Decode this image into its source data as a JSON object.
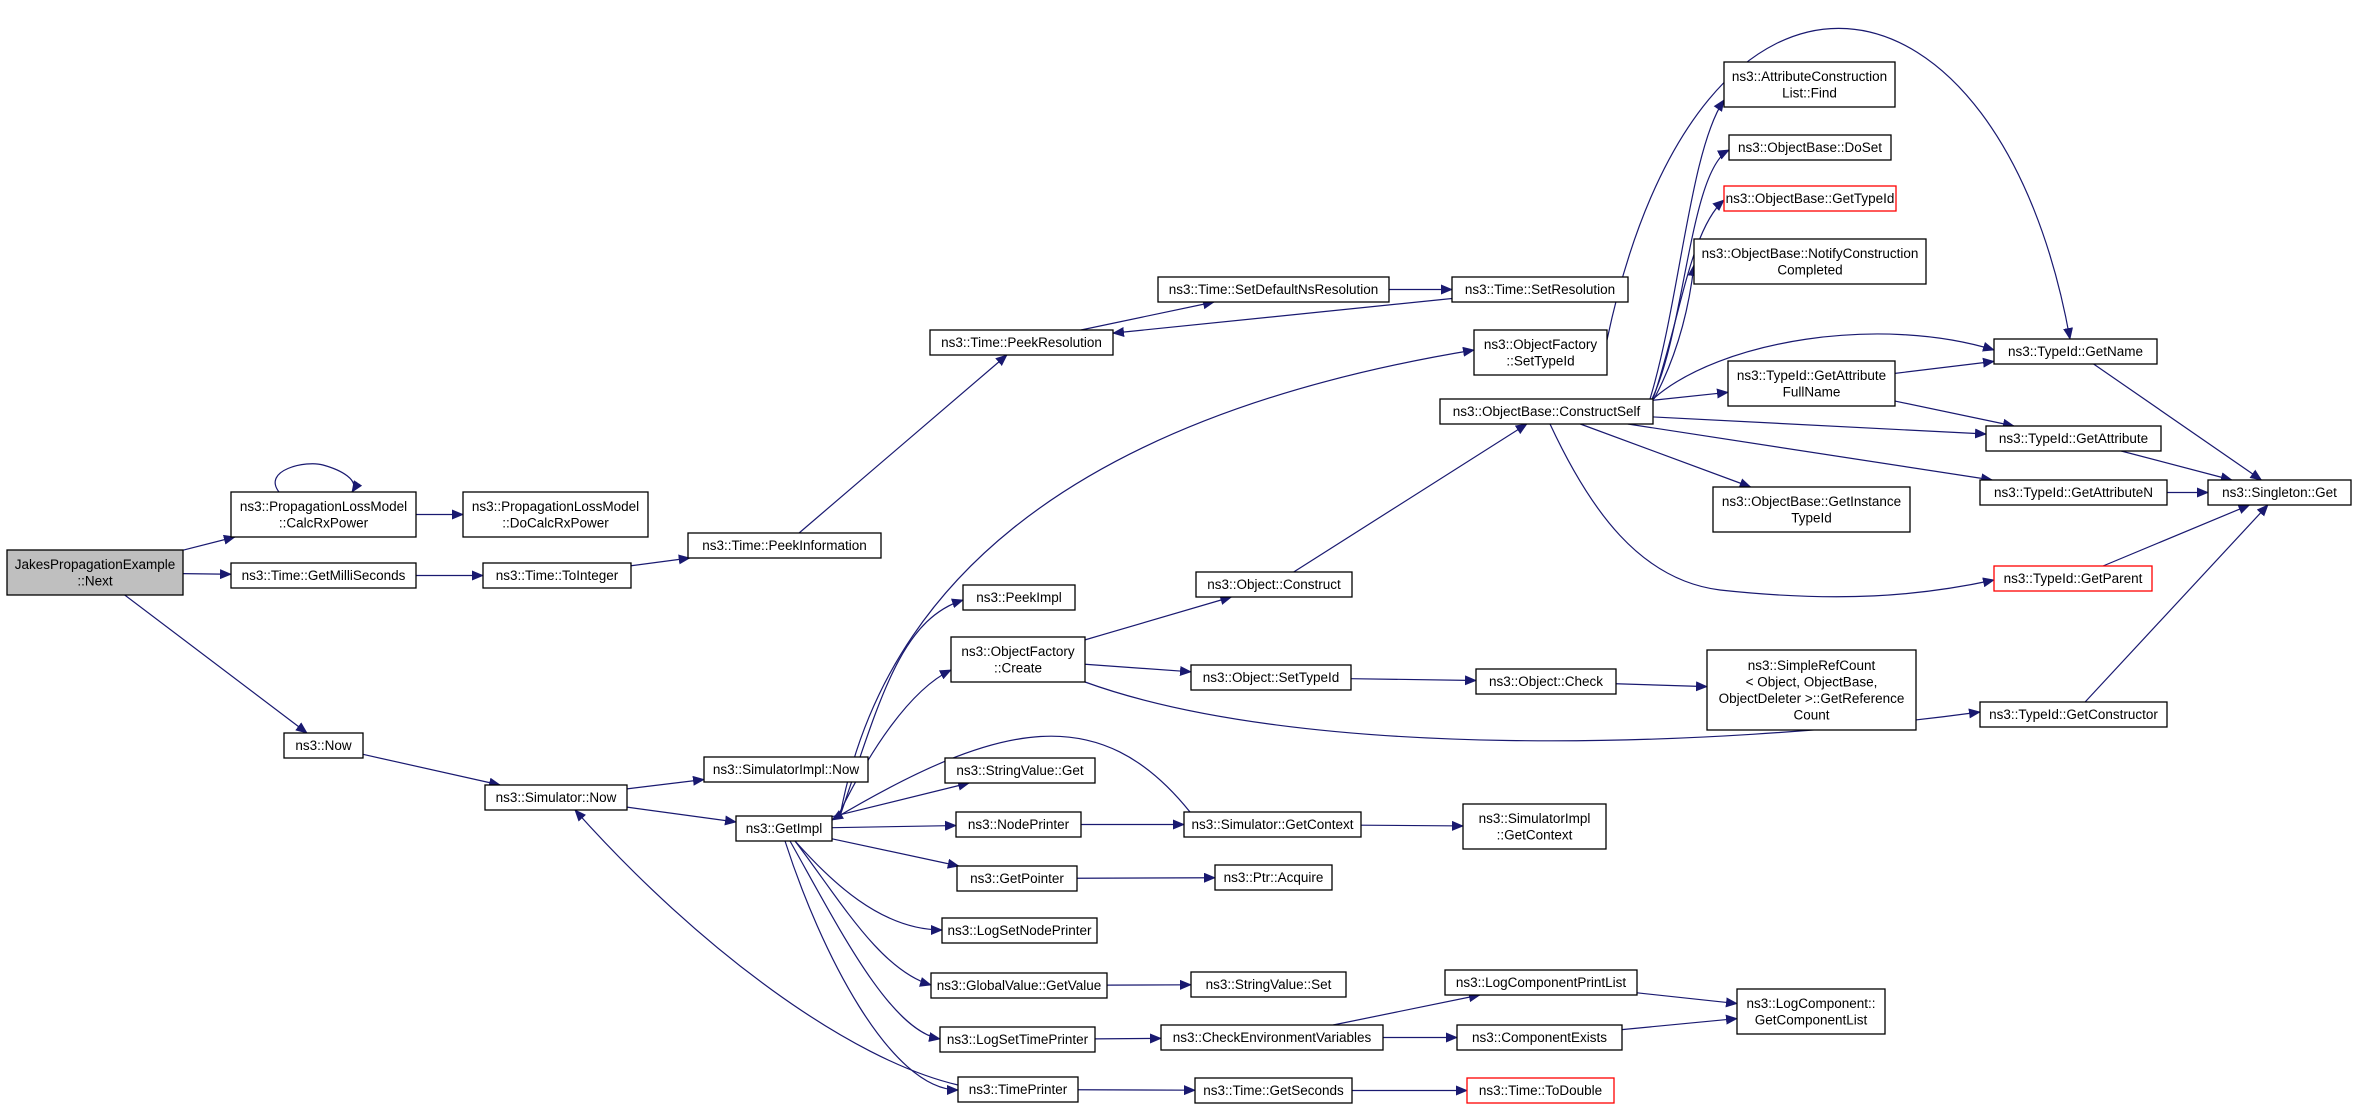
{
  "colors": {
    "edge": "#191970",
    "node_border": "#000000",
    "node_fill": "#ffffff",
    "root_fill": "#bfbfbf",
    "truncated_border": "#ff0000"
  },
  "nodes": [
    {
      "id": "root",
      "lines": [
        "JakesPropagationExample",
        "::Next"
      ],
      "kind": "root"
    },
    {
      "id": "calcrx",
      "lines": [
        "ns3::PropagationLossModel",
        "::CalcRxPower"
      ]
    },
    {
      "id": "docalc",
      "lines": [
        "ns3::PropagationLossModel",
        "::DoCalcRxPower"
      ]
    },
    {
      "id": "getms",
      "lines": [
        "ns3::Time::GetMilliSeconds"
      ]
    },
    {
      "id": "toint",
      "lines": [
        "ns3::Time::ToInteger"
      ]
    },
    {
      "id": "peekinfo",
      "lines": [
        "ns3::Time::PeekInformation"
      ]
    },
    {
      "id": "peekres",
      "lines": [
        "ns3::Time::PeekResolution"
      ]
    },
    {
      "id": "setdefns",
      "lines": [
        "ns3::Time::SetDefaultNsResolution"
      ]
    },
    {
      "id": "setres",
      "lines": [
        "ns3::Time::SetResolution"
      ]
    },
    {
      "id": "now",
      "lines": [
        "ns3::Now"
      ]
    },
    {
      "id": "simnow",
      "lines": [
        "ns3::Simulator::Now"
      ]
    },
    {
      "id": "simimplnow",
      "lines": [
        "ns3::SimulatorImpl::Now"
      ]
    },
    {
      "id": "getimpl",
      "lines": [
        "ns3::GetImpl"
      ]
    },
    {
      "id": "peekimpl",
      "lines": [
        "ns3::PeekImpl"
      ]
    },
    {
      "id": "ofcreate",
      "lines": [
        "ns3::ObjectFactory",
        "::Create"
      ]
    },
    {
      "id": "strget",
      "lines": [
        "ns3::StringValue::Get"
      ]
    },
    {
      "id": "nodeprinter",
      "lines": [
        "ns3::NodePrinter"
      ]
    },
    {
      "id": "getpointer",
      "lines": [
        "ns3::GetPointer"
      ]
    },
    {
      "id": "logsetnode",
      "lines": [
        "ns3::LogSetNodePrinter"
      ]
    },
    {
      "id": "gvgetvalue",
      "lines": [
        "ns3::GlobalValue::GetValue"
      ]
    },
    {
      "id": "logsettime",
      "lines": [
        "ns3::LogSetTimePrinter"
      ]
    },
    {
      "id": "timeprinter",
      "lines": [
        "ns3::TimePrinter"
      ]
    },
    {
      "id": "objconstruct",
      "lines": [
        "ns3::Object::Construct"
      ]
    },
    {
      "id": "objsettypeid",
      "lines": [
        "ns3::Object::SetTypeId"
      ]
    },
    {
      "id": "simgetctx",
      "lines": [
        "ns3::Simulator::GetContext"
      ]
    },
    {
      "id": "ptracquire",
      "lines": [
        "ns3::Ptr::Acquire"
      ]
    },
    {
      "id": "strset",
      "lines": [
        "ns3::StringValue::Set"
      ]
    },
    {
      "id": "checkenv",
      "lines": [
        "ns3::CheckEnvironmentVariables"
      ]
    },
    {
      "id": "getseconds",
      "lines": [
        "ns3::Time::GetSeconds"
      ]
    },
    {
      "id": "ofsettypeid",
      "lines": [
        "ns3::ObjectFactory",
        "::SetTypeId"
      ]
    },
    {
      "id": "obconstructself",
      "lines": [
        "ns3::ObjectBase::ConstructSelf"
      ]
    },
    {
      "id": "objcheck",
      "lines": [
        "ns3::Object::Check"
      ]
    },
    {
      "id": "simimplgetctx",
      "lines": [
        "ns3::SimulatorImpl",
        "::GetContext"
      ]
    },
    {
      "id": "logprintlist",
      "lines": [
        "ns3::LogComponentPrintList"
      ]
    },
    {
      "id": "compexists",
      "lines": [
        "ns3::ComponentExists"
      ]
    },
    {
      "id": "todouble",
      "lines": [
        "ns3::Time::ToDouble"
      ],
      "kind": "truncated"
    },
    {
      "id": "attrfind",
      "lines": [
        "ns3::AttributeConstruction",
        "List::Find"
      ]
    },
    {
      "id": "obdoset",
      "lines": [
        "ns3::ObjectBase::DoSet"
      ]
    },
    {
      "id": "obgettypeid",
      "lines": [
        "ns3::ObjectBase::GetTypeId"
      ],
      "kind": "truncated"
    },
    {
      "id": "obnotify",
      "lines": [
        "ns3::ObjectBase::NotifyConstruction",
        "Completed"
      ]
    },
    {
      "id": "tidgetattrfull",
      "lines": [
        "ns3::TypeId::GetAttribute",
        "FullName"
      ]
    },
    {
      "id": "obgetinstance",
      "lines": [
        "ns3::ObjectBase::GetInstance",
        "TypeId"
      ]
    },
    {
      "id": "simplerefcount",
      "lines": [
        "ns3::SimpleRefCount",
        "< Object, ObjectBase,",
        " ObjectDeleter >::GetReference",
        "Count"
      ]
    },
    {
      "id": "logcomplist",
      "lines": [
        "ns3::LogComponent::",
        "GetComponentList"
      ]
    },
    {
      "id": "tidgetname",
      "lines": [
        "ns3::TypeId::GetName"
      ]
    },
    {
      "id": "tidgetattr",
      "lines": [
        "ns3::TypeId::GetAttribute"
      ]
    },
    {
      "id": "tidgetattrn",
      "lines": [
        "ns3::TypeId::GetAttributeN"
      ]
    },
    {
      "id": "tidgetparent",
      "lines": [
        "ns3::TypeId::GetParent"
      ],
      "kind": "truncated"
    },
    {
      "id": "tidgetctor",
      "lines": [
        "ns3::TypeId::GetConstructor"
      ]
    },
    {
      "id": "singleton",
      "lines": [
        "ns3::Singleton::Get"
      ]
    }
  ],
  "edges": [
    [
      "root",
      "calcrx"
    ],
    [
      "root",
      "getms"
    ],
    [
      "root",
      "now"
    ],
    [
      "calcrx",
      "calcrx"
    ],
    [
      "calcrx",
      "docalc"
    ],
    [
      "getms",
      "toint"
    ],
    [
      "toint",
      "peekinfo"
    ],
    [
      "peekinfo",
      "peekres"
    ],
    [
      "peekres",
      "setdefns"
    ],
    [
      "setdefns",
      "setres"
    ],
    [
      "setres",
      "peekres"
    ],
    [
      "now",
      "simnow"
    ],
    [
      "simnow",
      "simimplnow"
    ],
    [
      "simnow",
      "getimpl"
    ],
    [
      "getimpl",
      "ofsettypeid"
    ],
    [
      "getimpl",
      "peekimpl"
    ],
    [
      "getimpl",
      "ofcreate"
    ],
    [
      "getimpl",
      "strget"
    ],
    [
      "getimpl",
      "nodeprinter"
    ],
    [
      "getimpl",
      "getpointer"
    ],
    [
      "getimpl",
      "logsetnode"
    ],
    [
      "getimpl",
      "gvgetvalue"
    ],
    [
      "getimpl",
      "logsettime"
    ],
    [
      "getimpl",
      "timeprinter"
    ],
    [
      "ofcreate",
      "objconstruct"
    ],
    [
      "ofcreate",
      "objsettypeid"
    ],
    [
      "ofcreate",
      "tidgetctor"
    ],
    [
      "nodeprinter",
      "simgetctx"
    ],
    [
      "simgetctx",
      "getimpl"
    ],
    [
      "simgetctx",
      "simimplgetctx"
    ],
    [
      "getpointer",
      "ptracquire"
    ],
    [
      "gvgetvalue",
      "strset"
    ],
    [
      "logsettime",
      "checkenv"
    ],
    [
      "checkenv",
      "logprintlist"
    ],
    [
      "checkenv",
      "compexists"
    ],
    [
      "logprintlist",
      "logcomplist"
    ],
    [
      "compexists",
      "logcomplist"
    ],
    [
      "timeprinter",
      "simnow"
    ],
    [
      "timeprinter",
      "getseconds"
    ],
    [
      "getseconds",
      "todouble"
    ],
    [
      "objconstruct",
      "obconstructself"
    ],
    [
      "objsettypeid",
      "objcheck"
    ],
    [
      "objcheck",
      "simplerefcount"
    ],
    [
      "obconstructself",
      "attrfind"
    ],
    [
      "obconstructself",
      "obdoset"
    ],
    [
      "obconstructself",
      "obgettypeid"
    ],
    [
      "obconstructself",
      "obnotify"
    ],
    [
      "obconstructself",
      "tidgetname"
    ],
    [
      "obconstructself",
      "tidgetattrfull"
    ],
    [
      "obconstructself",
      "tidgetattr"
    ],
    [
      "obconstructself",
      "tidgetattrn"
    ],
    [
      "obconstructself",
      "obgetinstance"
    ],
    [
      "obconstructself",
      "tidgetparent"
    ],
    [
      "ofsettypeid",
      "tidgetname"
    ],
    [
      "tidgetattrfull",
      "tidgetname"
    ],
    [
      "tidgetattrfull",
      "tidgetattr"
    ],
    [
      "tidgetname",
      "singleton"
    ],
    [
      "tidgetattr",
      "singleton"
    ],
    [
      "tidgetattrn",
      "singleton"
    ],
    [
      "tidgetparent",
      "singleton"
    ],
    [
      "tidgetctor",
      "singleton"
    ]
  ]
}
